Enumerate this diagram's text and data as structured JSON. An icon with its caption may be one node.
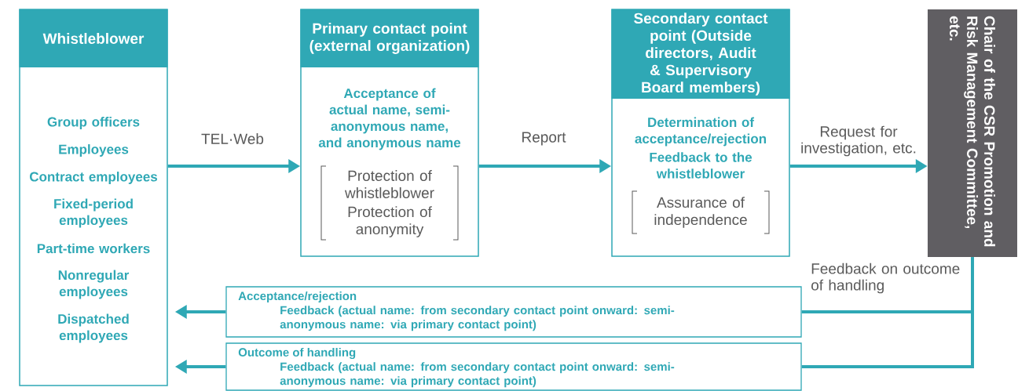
{
  "diagram": {
    "nodes": [
      {
        "text": [
          "Whistleblower",
          "Group officers",
          "Employees",
          "Contract employees",
          "Fixed-period employees",
          "Part-time workers",
          "Nonregular employees",
          "Dispatched employees"
        ]
      },
      {
        "text": [
          "Primary contact point (external organization)",
          "Acceptance of actual name, semi-anonymous name, and anonymous name",
          "Protection of whistleblower",
          "Protection of anonymity"
        ]
      },
      {
        "text": [
          "Secondary contact point (Outside directors, Audit & Supervisory Board members)",
          "Determination of acceptance/rejection",
          "Feedback to the whistleblower",
          "Assurance of independence"
        ]
      },
      {
        "text": [
          "Chair of the CSR Promotion and Risk Management Committee, etc."
        ]
      },
      {
        "text": [
          "Acceptance/rejection",
          "Feedback (actual name: from secondary contact point onward: semi-anonymous name: via primary contact point)"
        ]
      },
      {
        "text": [
          "Outcome of handling",
          "Feedback (actual name: from secondary contact point onward: semi-anonymous name: via primary contact point)"
        ]
      }
    ],
    "edges": [
      {
        "from": 0,
        "to": 1,
        "arrow": "to",
        "label": "TEL·Web"
      },
      {
        "from": 1,
        "to": 2,
        "arrow": "to",
        "label": "Report"
      },
      {
        "from": 2,
        "to": 3,
        "arrow": "to",
        "label": "Request for investigation, etc."
      },
      {
        "from": 3,
        "to": 4,
        "arrow": "none",
        "label": "Feedback on outcome of handling"
      },
      {
        "from": 3,
        "to": 5,
        "arrow": "none"
      },
      {
        "from": 4,
        "to": 0,
        "arrow": "to"
      },
      {
        "from": 5,
        "to": 0,
        "arrow": "to"
      }
    ]
  }
}
